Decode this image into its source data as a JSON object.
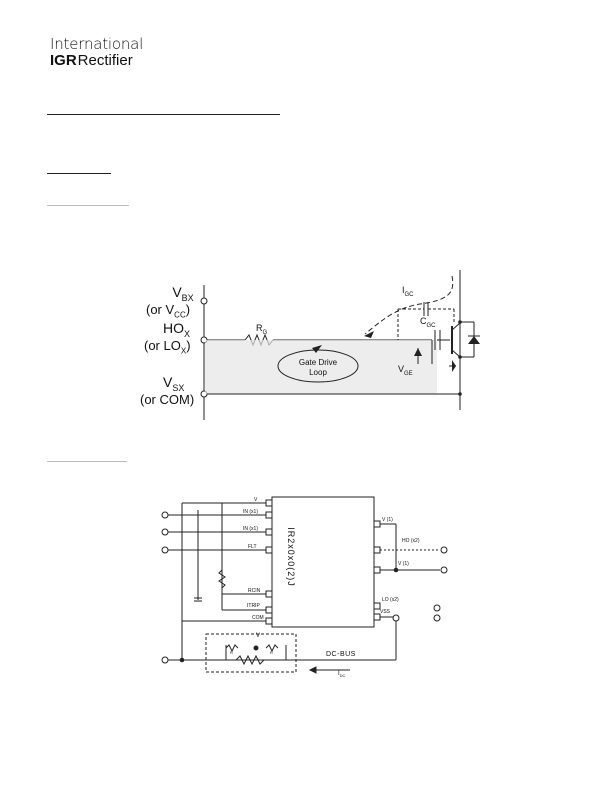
{
  "logo": {
    "line1": "International",
    "mark": "IGR",
    "line2": "Rectifier"
  },
  "figure1": {
    "vbx": "V",
    "vbx_sub": "BX",
    "vbx_alt": "(or V",
    "vbx_alt_sub": "CC",
    "vbx_alt_end": ")",
    "hox": "HO",
    "hox_sub": "X",
    "hox_alt": "(or LO",
    "hox_alt_sub": "X",
    "hox_alt_end": ")",
    "vsx": "V",
    "vsx_sub": "SX",
    "vsx_alt": "(or COM)",
    "rg": "R",
    "rg_sub": "G",
    "igc": "I",
    "igc_sub": "GC",
    "cgc": "C",
    "cgc_sub": "GC",
    "vge": "V",
    "vge_sub": "GE",
    "loop_line1": "Gate Drive",
    "loop_line2": "Loop"
  },
  "figure2": {
    "chip_label": "IR2x0x0(2)J",
    "pin_vcc": "V",
    "pin_in1": "IN (x1)",
    "pin_in2": "IN (x1)",
    "pin_fault": "FLT",
    "pin_rcin": "RCIN",
    "pin_itrip": "ITRIP",
    "pin_com": "COM",
    "out_vb": "V (1)",
    "out_ho": "HO (x2)",
    "out_vs": "V (1)",
    "out_lo": "LO (x2)",
    "out_vss": "VSS",
    "dc_bus": "DC-BUS",
    "idc": "I",
    "idc_sub": "DC",
    "vx": "V",
    "r_left": "R",
    "r_right": "R"
  }
}
